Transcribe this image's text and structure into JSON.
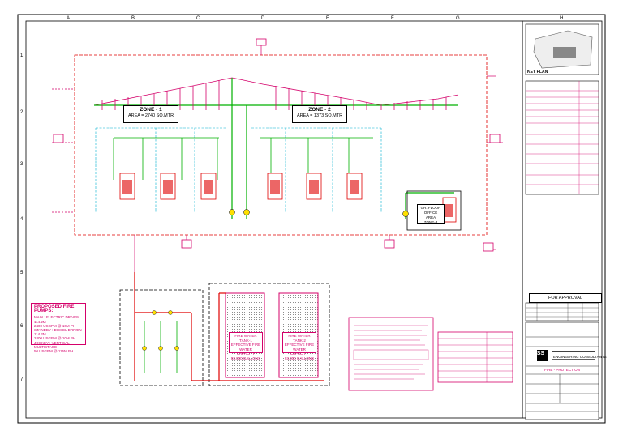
{
  "zones": {
    "zone1": {
      "title": "ZONE - 1",
      "area": "AREA = 2740 SQ.MTR"
    },
    "zone2": {
      "title": "ZONE - 2",
      "area": "AREA = 1373 SQ.MTR"
    },
    "zone3": {
      "line1": "GR. FLOOR",
      "line2": "OFFICE AREA",
      "line3": "ZONE-3"
    }
  },
  "pumps": {
    "title": "PROPOSED FIRE PUMPS:",
    "line1": "MAIN : ELECTRIC DRIVEN 114.2M",
    "line2": "2400 USGPM @ 10M PH",
    "line3": "STANDBY : DIESEL DRIVEN 114.2M",
    "line4": "2400 USGPM @ 10M PH",
    "line5": "JOCKEY : VERTICAL MULTISTAGE",
    "line6": "50 USGPM @ 115M PH"
  },
  "tanks": {
    "tank1": {
      "line1": "FIRE WATER TANK-1",
      "line2": "EFFECTIVE FIRE",
      "line3": "WATER CAPACITY",
      "line4": "93,000 GALLONS"
    },
    "tank2": {
      "line1": "FIRE WATER TANK-2",
      "line2": "EFFECTIVE FIRE",
      "line3": "WATER CAPACITY",
      "line4": "93,000 GALLONS"
    }
  },
  "keyplan": {
    "label": "KEY PLAN"
  },
  "approval": {
    "label": "FOR APPROVAL"
  },
  "titleblock": {
    "company": "ENGINEERING CONSULTANTS",
    "drawing_title": "FIRE - PROTECTION",
    "logo": "CESS"
  },
  "sheet": {
    "col_labels": [
      "A",
      "B",
      "C",
      "D",
      "E",
      "F",
      "G",
      "H"
    ],
    "row_labels": [
      "1",
      "2",
      "3",
      "4",
      "5",
      "6",
      "7"
    ]
  },
  "colors": {
    "magenta": "#d4006a",
    "green": "#00b000",
    "cyan": "#00b0d0",
    "red": "#e00000"
  }
}
